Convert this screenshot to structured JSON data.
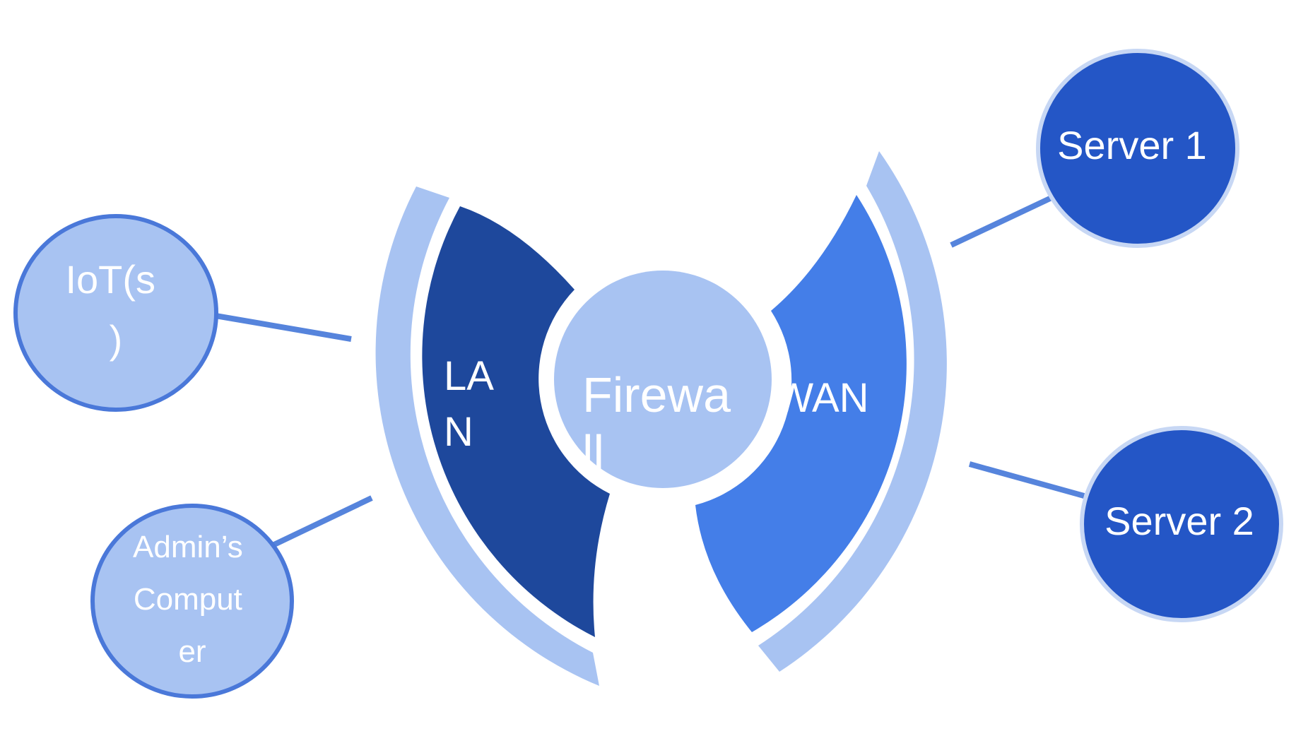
{
  "nodes": {
    "iot": {
      "lines": [
        "IoT(s",
        ")"
      ]
    },
    "admin": {
      "lines": [
        "Admin’s",
        "Comput",
        "er"
      ]
    },
    "lan": {
      "lines": [
        "LA",
        "N"
      ]
    },
    "firewall": {
      "lines": [
        "Firewa",
        "ll"
      ]
    },
    "wan": {
      "lines": [
        "WAN"
      ]
    },
    "server1": {
      "lines": [
        "Server 1"
      ]
    },
    "server2": {
      "lines": [
        "Server 2"
      ]
    }
  },
  "colors": {
    "light_blue": "#a8c3f2",
    "dark_navy": "#1e489c",
    "mid_blue": "#447ee8",
    "server_blue": "#2456c6",
    "outline_blue": "#4a78d9",
    "connector": "#5684dc",
    "server_ring": "#c7d7f4"
  }
}
